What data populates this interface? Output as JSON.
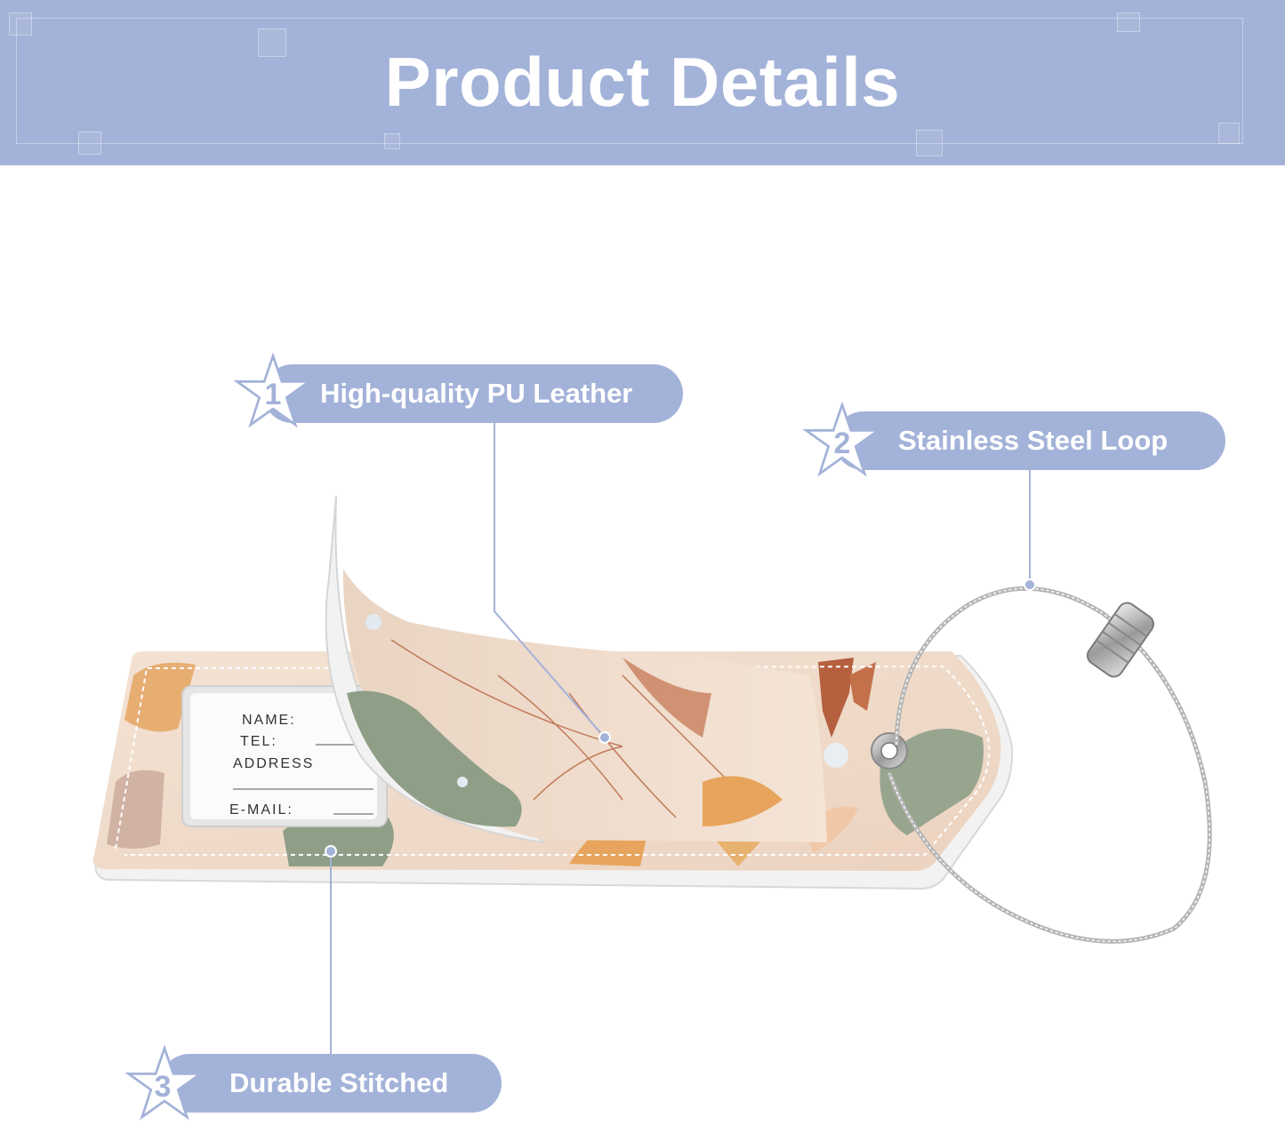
{
  "banner": {
    "title": "Product Details"
  },
  "callouts": [
    {
      "number": "1",
      "label": "High-quality PU Leather"
    },
    {
      "number": "2",
      "label": "Stainless Steel Loop"
    },
    {
      "number": "3",
      "label": "Durable Stitched"
    }
  ],
  "tag_card": {
    "fields": [
      "NAME:",
      "TEL:",
      "ADDRESS",
      "E-MAIL:"
    ]
  },
  "colors": {
    "accent": "#a3b2d8",
    "leather": "#f1dccb",
    "leaf_green": "#8f9e87",
    "leaf_rust": "#b5603f",
    "leaf_orange": "#e8a45c"
  }
}
